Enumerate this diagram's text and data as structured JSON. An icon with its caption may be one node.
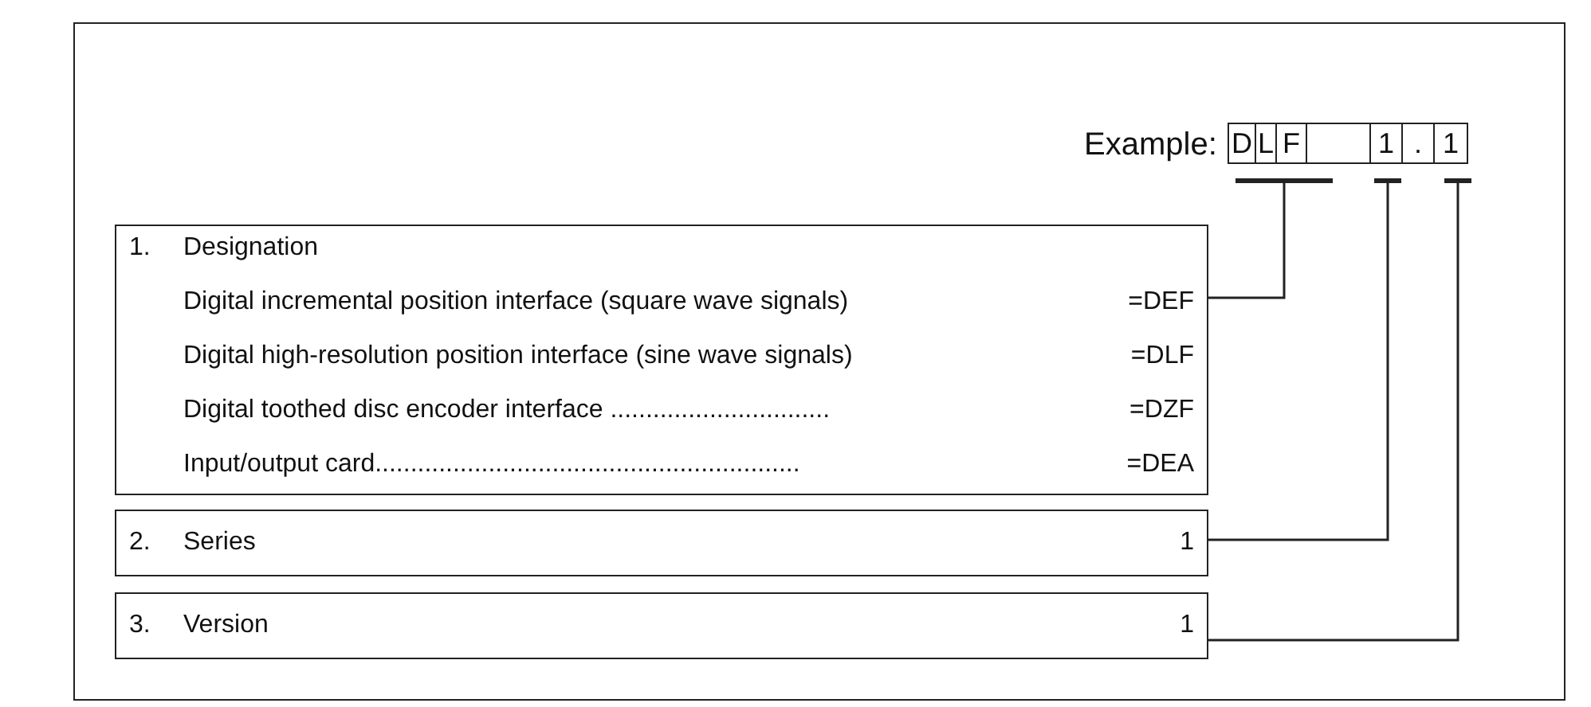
{
  "diagram": {
    "nodes": [
      {
        "text": [
          "D"
        ]
      },
      {
        "text": [
          "L"
        ]
      },
      {
        "text": [
          "F"
        ]
      },
      {
        "text": [],
        "shape": "box"
      },
      {
        "text": [
          "1"
        ]
      },
      {
        "text": [
          "."
        ]
      },
      {
        "text": [
          "1"
        ]
      },
      {
        "text": [],
        "shape": "bar"
      },
      {
        "text": [],
        "shape": "bar"
      },
      {
        "text": [],
        "shape": "bar"
      },
      {
        "text": [
          "1.",
          "Designation",
          "Digital incremental position interface (square wave signals)",
          "=DEF",
          "Digital high-resolution position interface (sine wave signals)",
          "=DLF",
          "Digital toothed disc encoder interface  ...............................",
          "=DZF",
          "Input/output card............................................................",
          "=DEA"
        ]
      },
      {
        "text": [
          "2.",
          "Series",
          "1"
        ]
      },
      {
        "text": [
          "3.",
          "Version",
          "1"
        ]
      }
    ],
    "edges": [
      {
        "from": 10,
        "to": 7,
        "arrow": "none"
      },
      {
        "from": 11,
        "to": 8,
        "arrow": "none"
      },
      {
        "from": 12,
        "to": 9,
        "arrow": "none"
      }
    ],
    "labels": [
      "Example:"
    ]
  }
}
